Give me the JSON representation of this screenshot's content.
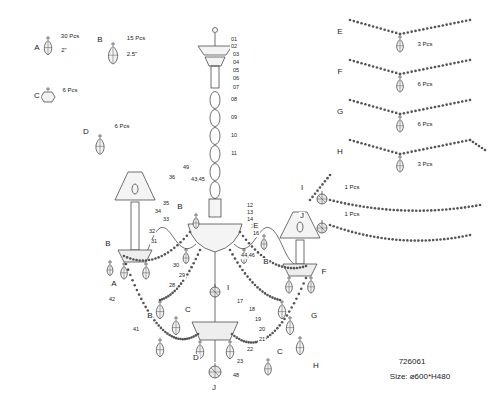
{
  "diagram": {
    "labels": [
      "A",
      "30 Pcs",
      "2\"",
      "B",
      "15 Pcs",
      "2.5\"",
      "C",
      "6 Pcs",
      "D",
      "6 Pcs",
      "E",
      "3 Pcs",
      "F",
      "6 Pcs",
      "G",
      "6 Pcs",
      "H",
      "3 Pcs",
      "I",
      "1 Pcs",
      "J",
      "1 Pcs",
      "726061",
      "Size: ⌀600*H480",
      "01",
      "02",
      "03",
      "04",
      "05",
      "06",
      "07",
      "08",
      "09",
      "10",
      "11",
      "12",
      "13",
      "14",
      "15",
      "16",
      "17",
      "18",
      "19",
      "20",
      "21",
      "22",
      "23",
      "36",
      "35",
      "34",
      "33",
      "32",
      "31",
      "30",
      "29",
      "28",
      "49",
      "43,45",
      "44,46",
      "48",
      "42",
      "41",
      "B",
      "B",
      "A",
      "B",
      "C",
      "D",
      "E",
      "B",
      "F",
      "G",
      "H",
      "C",
      "J",
      "I"
    ]
  }
}
